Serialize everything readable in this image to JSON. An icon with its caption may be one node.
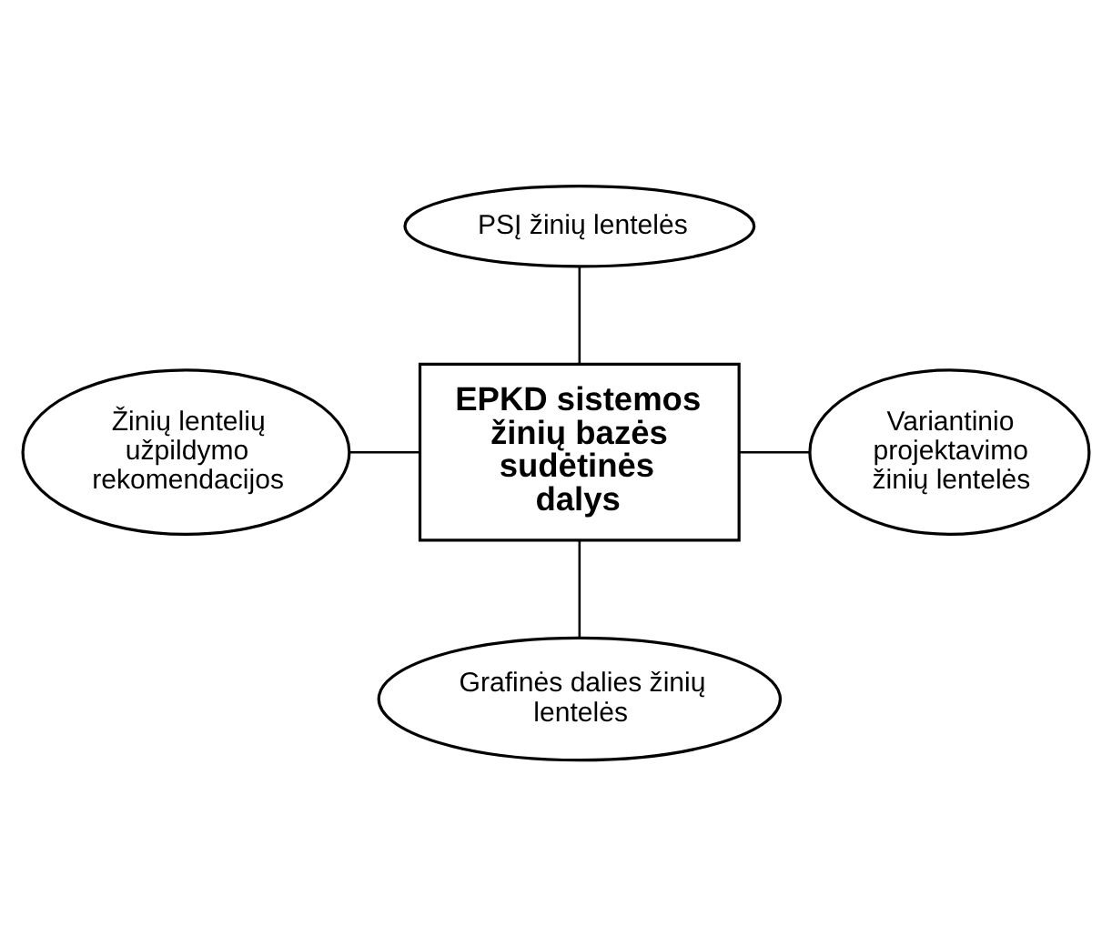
{
  "diagram": {
    "nodes": [
      {
        "text": [
          "PSĮ žinių lentelės"
        ]
      },
      {
        "text": [
          "Žinių lentelių užpildymo rekomendacijos"
        ]
      },
      {
        "text": [
          "EPKD sistemos žinių bazės sudėtinės dalys"
        ]
      },
      {
        "text": [
          "Variantinio projektavimo žinių lentelės"
        ]
      },
      {
        "text": [
          "Grafinės dalies žinių lentelės"
        ]
      }
    ],
    "edges": [
      {
        "from": 0,
        "to": 2,
        "arrow": "none"
      },
      {
        "from": 1,
        "to": 2,
        "arrow": "none"
      },
      {
        "from": 2,
        "to": 3,
        "arrow": "none"
      },
      {
        "from": 2,
        "to": 4,
        "arrow": "none"
      }
    ]
  }
}
